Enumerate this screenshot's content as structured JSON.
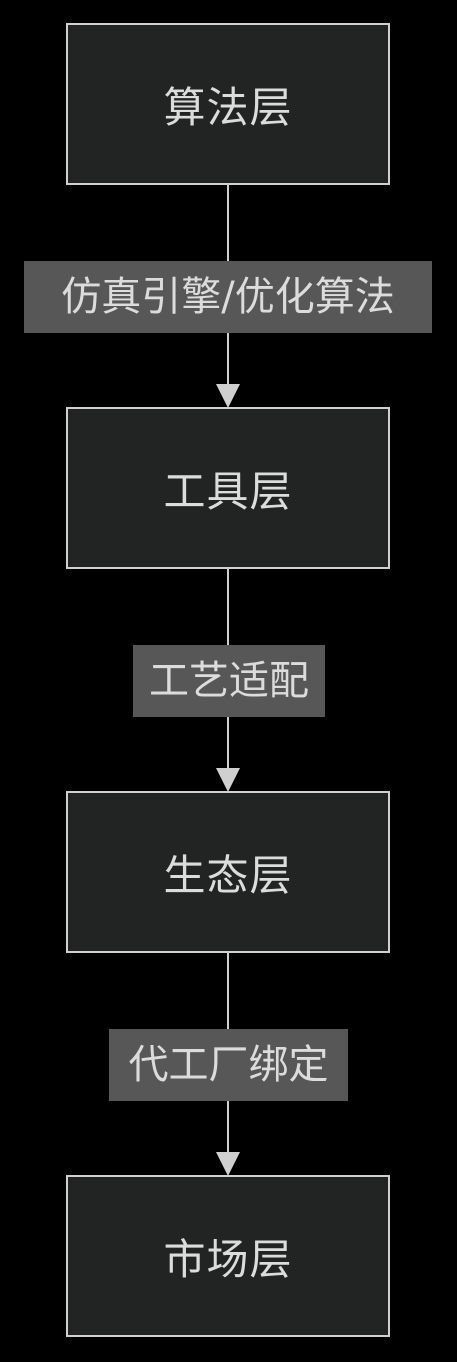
{
  "diagram": {
    "nodes": [
      {
        "id": "algorithm",
        "label": "算法层"
      },
      {
        "id": "tool",
        "label": "工具层"
      },
      {
        "id": "ecosystem",
        "label": "生态层"
      },
      {
        "id": "market",
        "label": "市场层"
      }
    ],
    "edges": [
      {
        "from": "algorithm",
        "to": "tool",
        "label": "仿真引擎/优化算法"
      },
      {
        "from": "tool",
        "to": "ecosystem",
        "label": "工艺适配"
      },
      {
        "from": "ecosystem",
        "to": "market",
        "label": "代工厂绑定"
      }
    ],
    "colors": {
      "background": "#000000",
      "node_fill": "#222323",
      "node_border": "#d0d0d0",
      "text": "#dcdcdc",
      "label_background": "#575757",
      "edge": "#d0d0d0"
    }
  }
}
